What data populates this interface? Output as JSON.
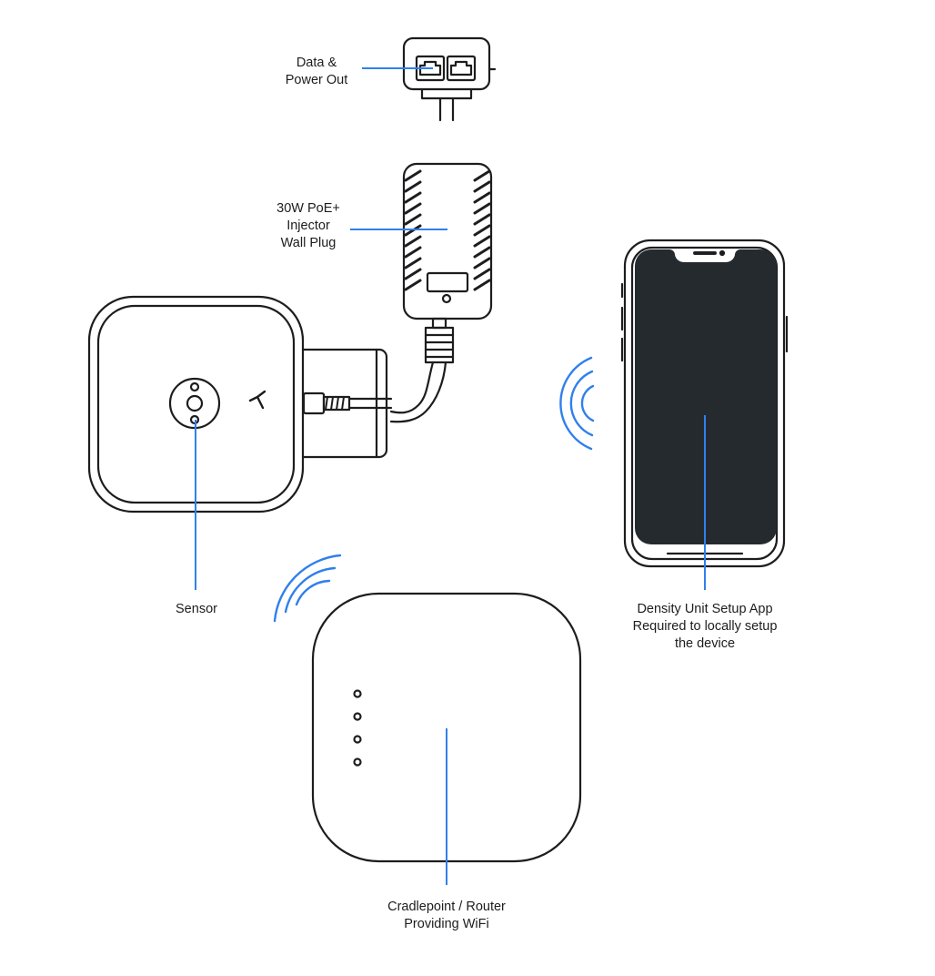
{
  "labels": {
    "data_power_out": [
      "Data &",
      "Power Out"
    ],
    "injector": [
      "30W PoE+",
      "Injector",
      "Wall Plug"
    ],
    "sensor": "Sensor",
    "setup_app": [
      "Density Unit Setup App",
      "Required to locally setup",
      "the device"
    ],
    "router": [
      "Cradlepoint / Router",
      "Providing WiFi"
    ]
  },
  "colors": {
    "stroke": "#1d1d1f",
    "accent": "#2f80ed",
    "screen": "#252a2e",
    "background": "#ffffff"
  }
}
